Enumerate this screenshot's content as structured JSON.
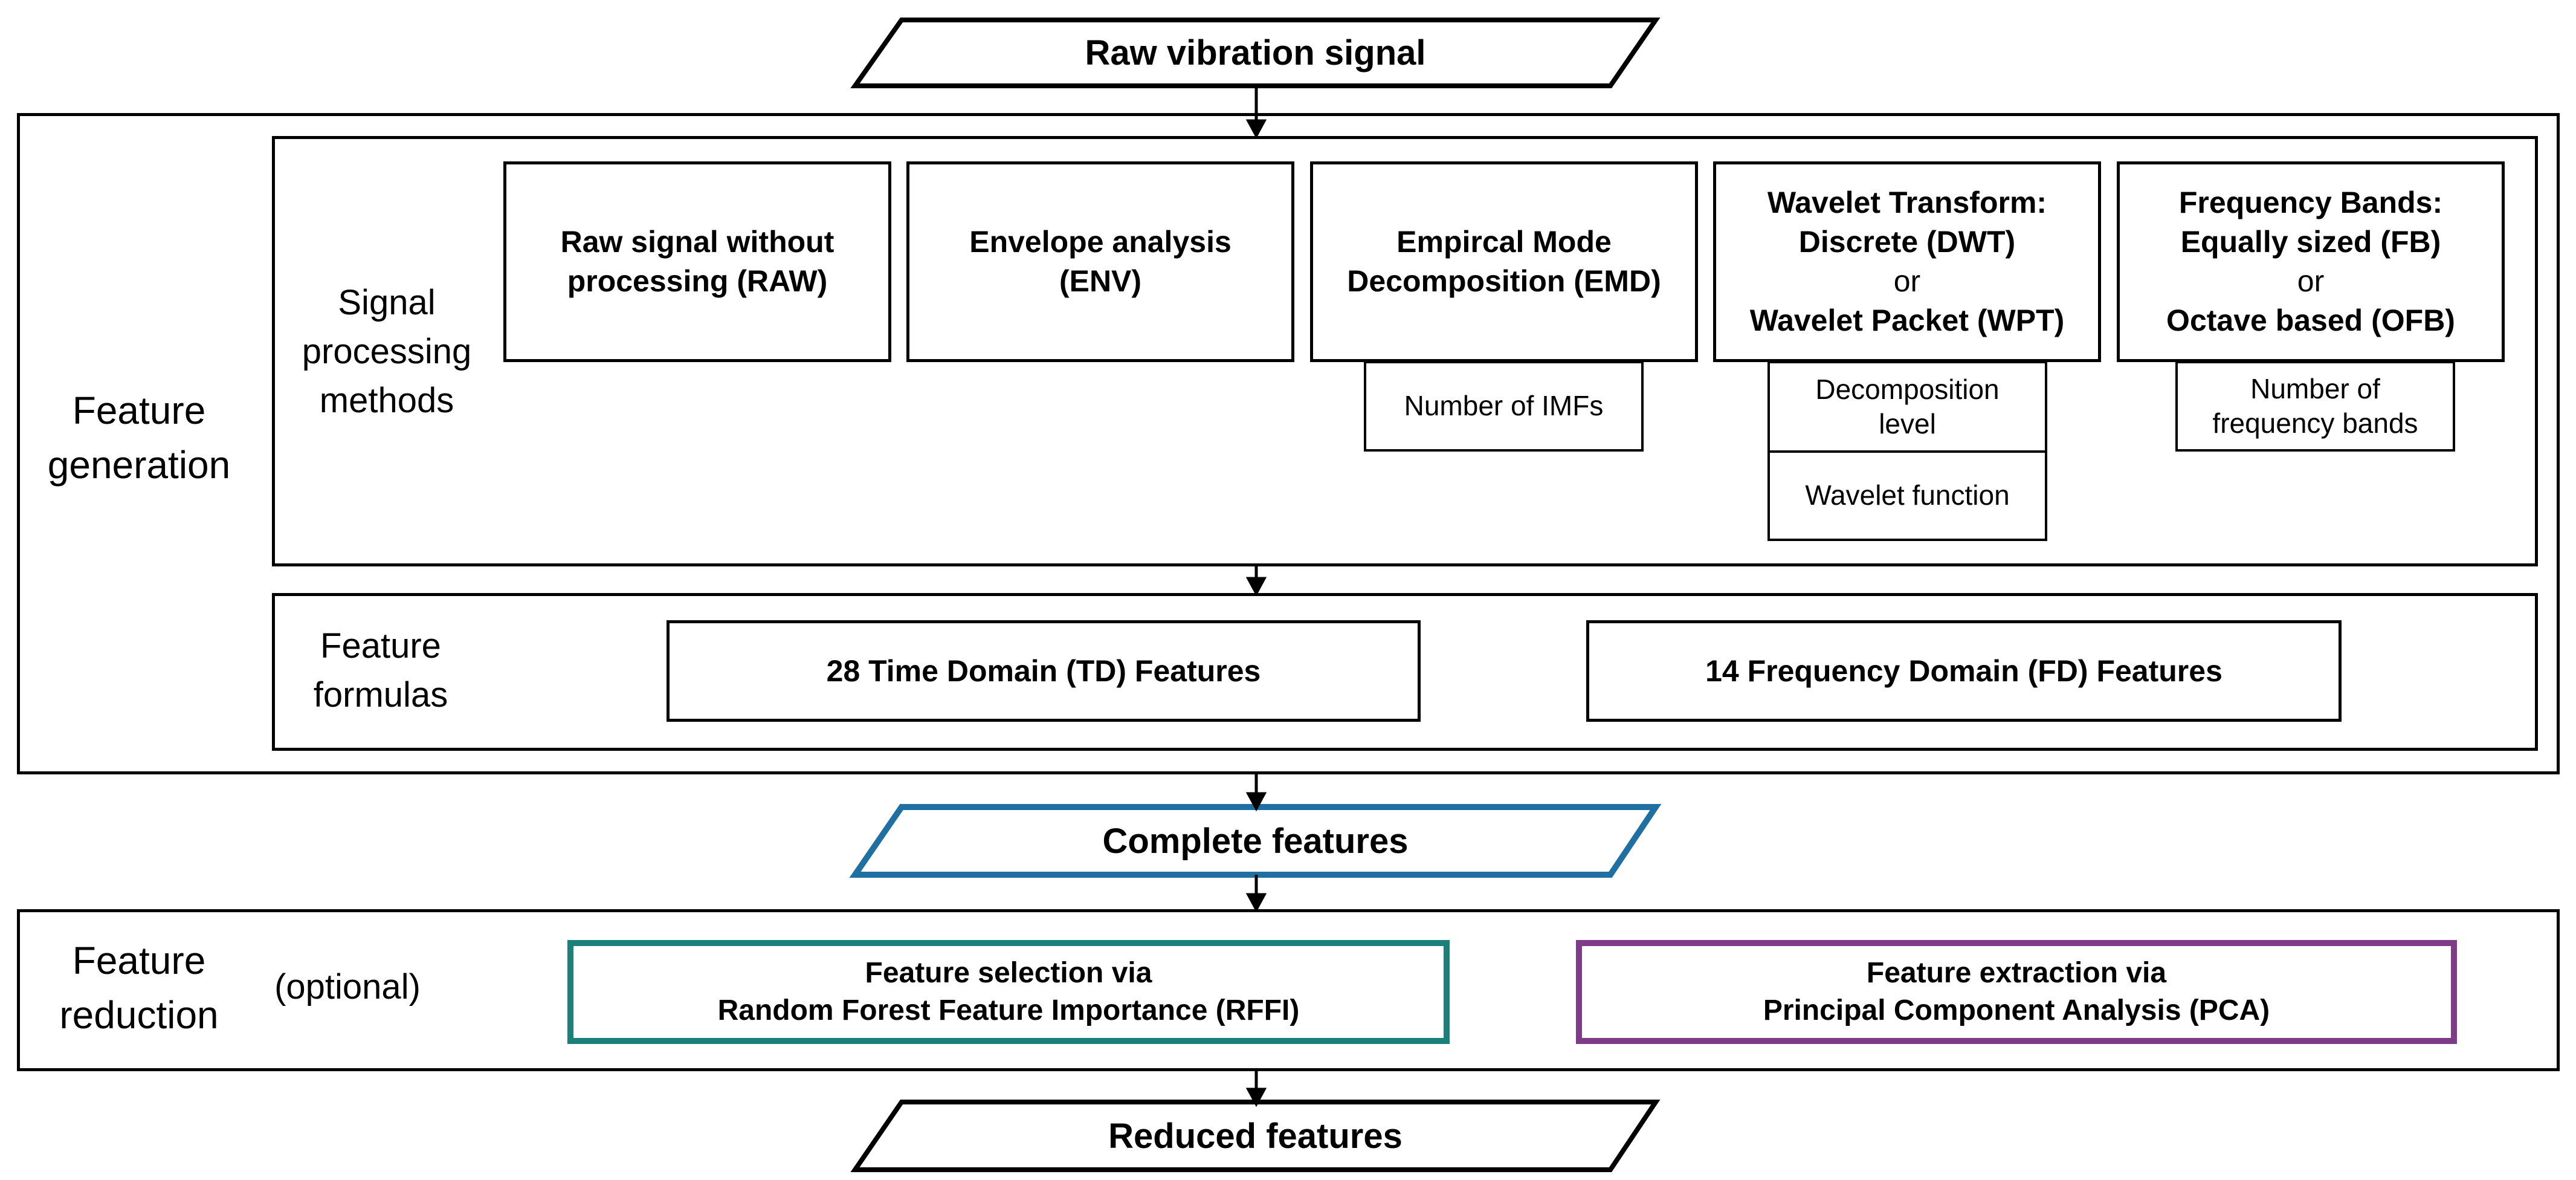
{
  "input": {
    "label": "Raw vibration signal"
  },
  "generation": {
    "title_line1": "Feature",
    "title_line2": "generation",
    "spm": {
      "label_line1": "Signal",
      "label_line2": "processing",
      "label_line3": "methods",
      "methods": [
        {
          "line1": "Raw signal without",
          "line2": "processing (RAW)"
        },
        {
          "line1": "Envelope analysis",
          "line2": "(ENV)"
        },
        {
          "line1": "Empircal Mode",
          "line2": "Decomposition (EMD)"
        },
        {
          "line1": "Wavelet Transform:",
          "line2": "Discrete (DWT)",
          "or": "or",
          "line3": "Wavelet Packet (WPT)"
        },
        {
          "line1": "Frequency Bands:",
          "line2": "Equally sized (FB)",
          "or": "or",
          "line3": "Octave based (OFB)"
        }
      ],
      "params": {
        "emd": "Number of IMFs",
        "wavelet_level_line1": "Decomposition",
        "wavelet_level_line2": "level",
        "wavelet_function": "Wavelet function",
        "bands_line1": "Number of",
        "bands_line2": "frequency bands"
      }
    },
    "formulas": {
      "label_line1": "Feature",
      "label_line2": "formulas",
      "td": "28 Time Domain (TD) Features",
      "fd": "14 Frequency Domain (FD) Features"
    }
  },
  "complete": {
    "label": "Complete features",
    "color": "#1f6fa3"
  },
  "reduction": {
    "title_line1": "Feature",
    "title_line2": "reduction",
    "optional": "(optional)",
    "selection": {
      "line1": "Feature selection via",
      "line2": "Random Forest Feature Importance (RFFI)",
      "color": "#1b7f7a"
    },
    "extraction": {
      "line1": "Feature extraction via",
      "line2": "Principal Component Analysis (PCA)",
      "color": "#7d3c86"
    }
  },
  "output": {
    "label": "Reduced features"
  }
}
